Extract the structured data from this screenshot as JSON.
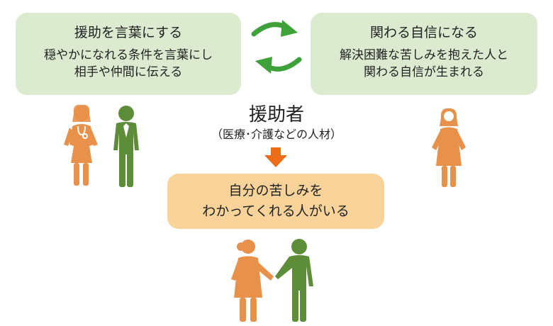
{
  "left_box": {
    "title": "援助を言葉にする",
    "line1": "穏やかになれる条件を言葉にし",
    "line2": "相手や仲間に伝える"
  },
  "right_box": {
    "title": "関わる自信になる",
    "line1": "解決困難な苦しみを抱えた人と",
    "line2": "関わる自信が生まれる"
  },
  "helper": {
    "title": "援助者",
    "subtitle": "（医療･介護などの人材）"
  },
  "bottom_box": {
    "line1": "自分の苦しみを",
    "line2": "わかってくれる人がいる"
  },
  "colors": {
    "green_box": "#dcebd0",
    "orange_box": "#f9d39a",
    "green_figure": "#5e8d3a",
    "orange_figure": "#e8914a",
    "arrow_orange": "#ee6b17",
    "cycle_arrow_green": "#3fa13a"
  }
}
